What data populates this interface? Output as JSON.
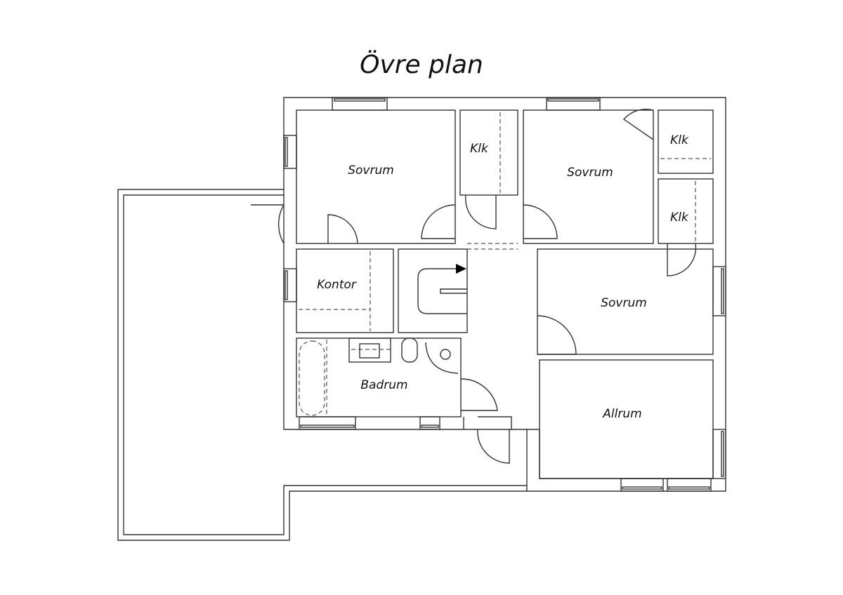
{
  "title": "Övre plan",
  "rooms": {
    "sovrum1": "Sovrum",
    "klk1": "Klk",
    "sovrum2": "Sovrum",
    "klk2": "Klk",
    "klk3": "Klk",
    "kontor": "Kontor",
    "sovrum3": "Sovrum",
    "badrum": "Badrum",
    "allrum": "Allrum"
  }
}
